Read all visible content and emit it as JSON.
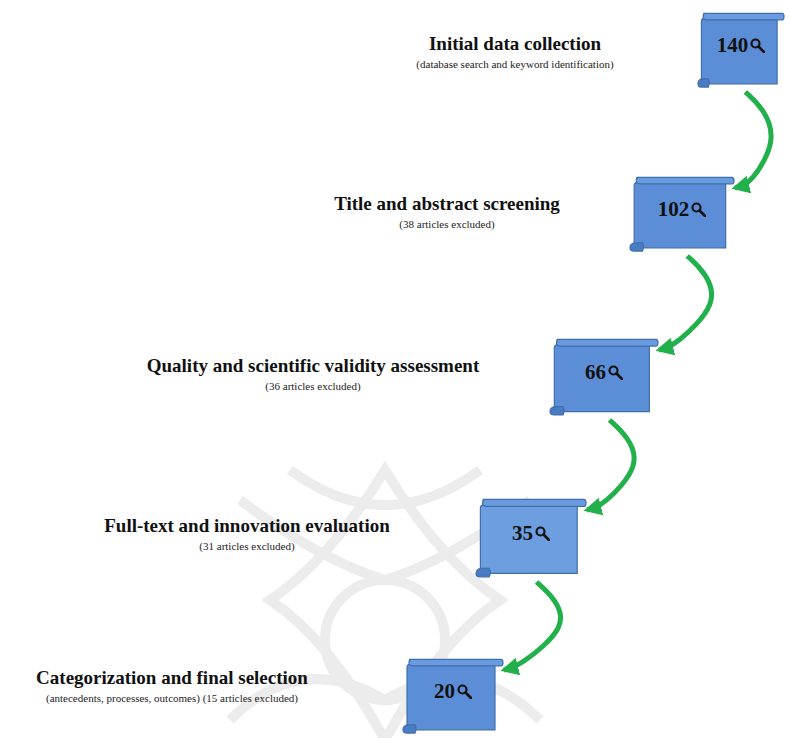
{
  "diagram": {
    "nodes": [
      {
        "text": [
          "Initial data collection",
          "(database search and keyword identification)",
          "140"
        ]
      },
      {
        "text": [
          "Title and abstract screening",
          "(38 articles excluded)",
          "102"
        ]
      },
      {
        "text": [
          "Quality and scientific validity assessment",
          "(36 articles excluded)",
          "66"
        ]
      },
      {
        "text": [
          "Full-text and innovation evaluation",
          "(31 articles excluded)",
          "35"
        ]
      },
      {
        "text": [
          "Categorization and final selection",
          "(antecedents, processes, outcomes) (15 articles excluded)",
          "20"
        ]
      }
    ],
    "edges": [
      {
        "from": 0,
        "to": 1,
        "arrow": "to"
      },
      {
        "from": 1,
        "to": 2,
        "arrow": "to"
      },
      {
        "from": 2,
        "to": 3,
        "arrow": "to"
      },
      {
        "from": 3,
        "to": 4,
        "arrow": "to"
      }
    ]
  }
}
